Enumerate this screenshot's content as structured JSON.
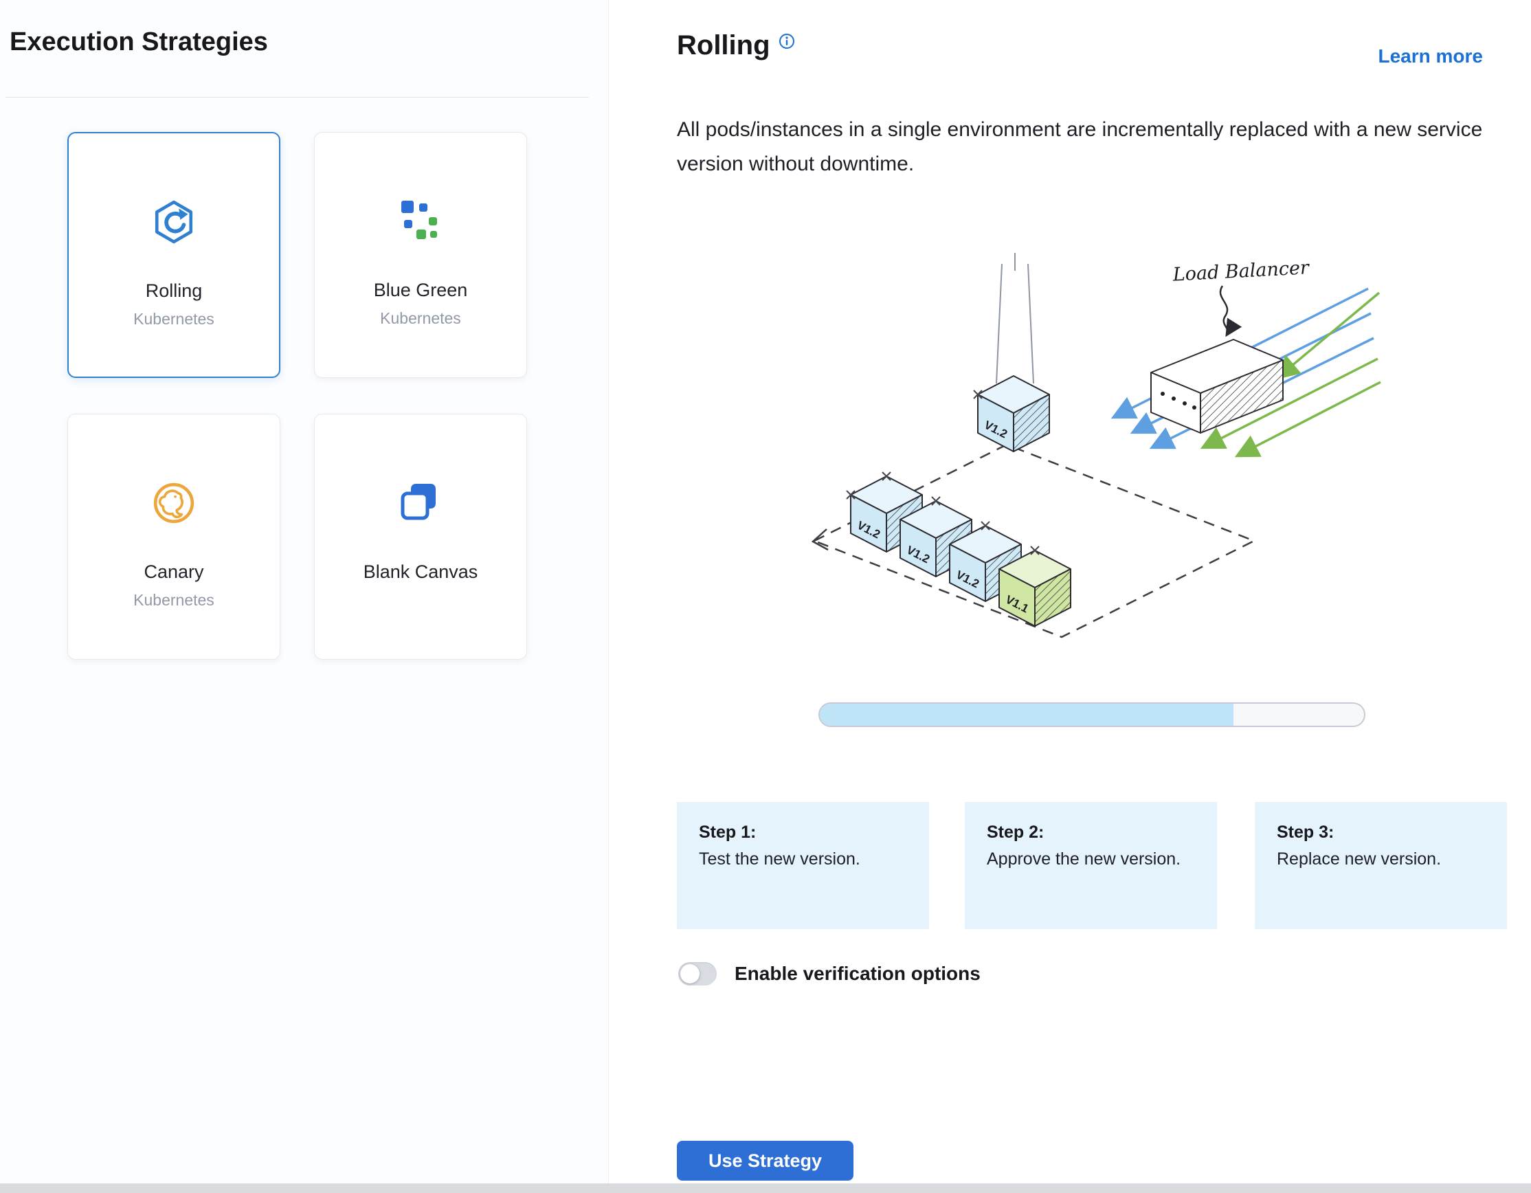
{
  "left_panel": {
    "title": "Execution Strategies",
    "cards": [
      {
        "label": "Rolling",
        "sublabel": "Kubernetes",
        "icon": "rolling-icon",
        "selected": true
      },
      {
        "label": "Blue Green",
        "sublabel": "Kubernetes",
        "icon": "blue-green-icon",
        "selected": false
      },
      {
        "label": "Canary",
        "sublabel": "Kubernetes",
        "icon": "canary-icon",
        "selected": false
      },
      {
        "label": "Blank Canvas",
        "sublabel": "",
        "icon": "blank-canvas-icon",
        "selected": false
      }
    ]
  },
  "detail_panel": {
    "title": "Rolling",
    "learn_more": "Learn more",
    "description": "All pods/instances in a single environment are incrementally replaced with a new service version without downtime.",
    "illustration": {
      "load_balancer_label": "Load Balancer",
      "cube_labels": [
        "V1.2",
        "V1.2",
        "V1.2",
        "V1.2",
        "V1.1"
      ]
    },
    "progress": {
      "percent": 76
    },
    "steps": [
      {
        "title": "Step 1:",
        "text": "Test the new version."
      },
      {
        "title": "Step 2:",
        "text": "Approve the new version."
      },
      {
        "title": "Step 3:",
        "text": "Replace new version."
      }
    ],
    "toggle": {
      "label": "Enable verification options",
      "state": "off"
    },
    "use_strategy_label": "Use Strategy"
  },
  "colors": {
    "accent_blue": "#1b70d2",
    "button_blue": "#2e6fd6",
    "selected_border": "#2f80d0",
    "step_bg": "#e4f3fc",
    "progress_fill": "#bfe3f7",
    "cube_blue": "#cfe9f7",
    "cube_green": "#cfe6a2",
    "canary_orange": "#eda63a",
    "icon_green": "#4caf50"
  }
}
